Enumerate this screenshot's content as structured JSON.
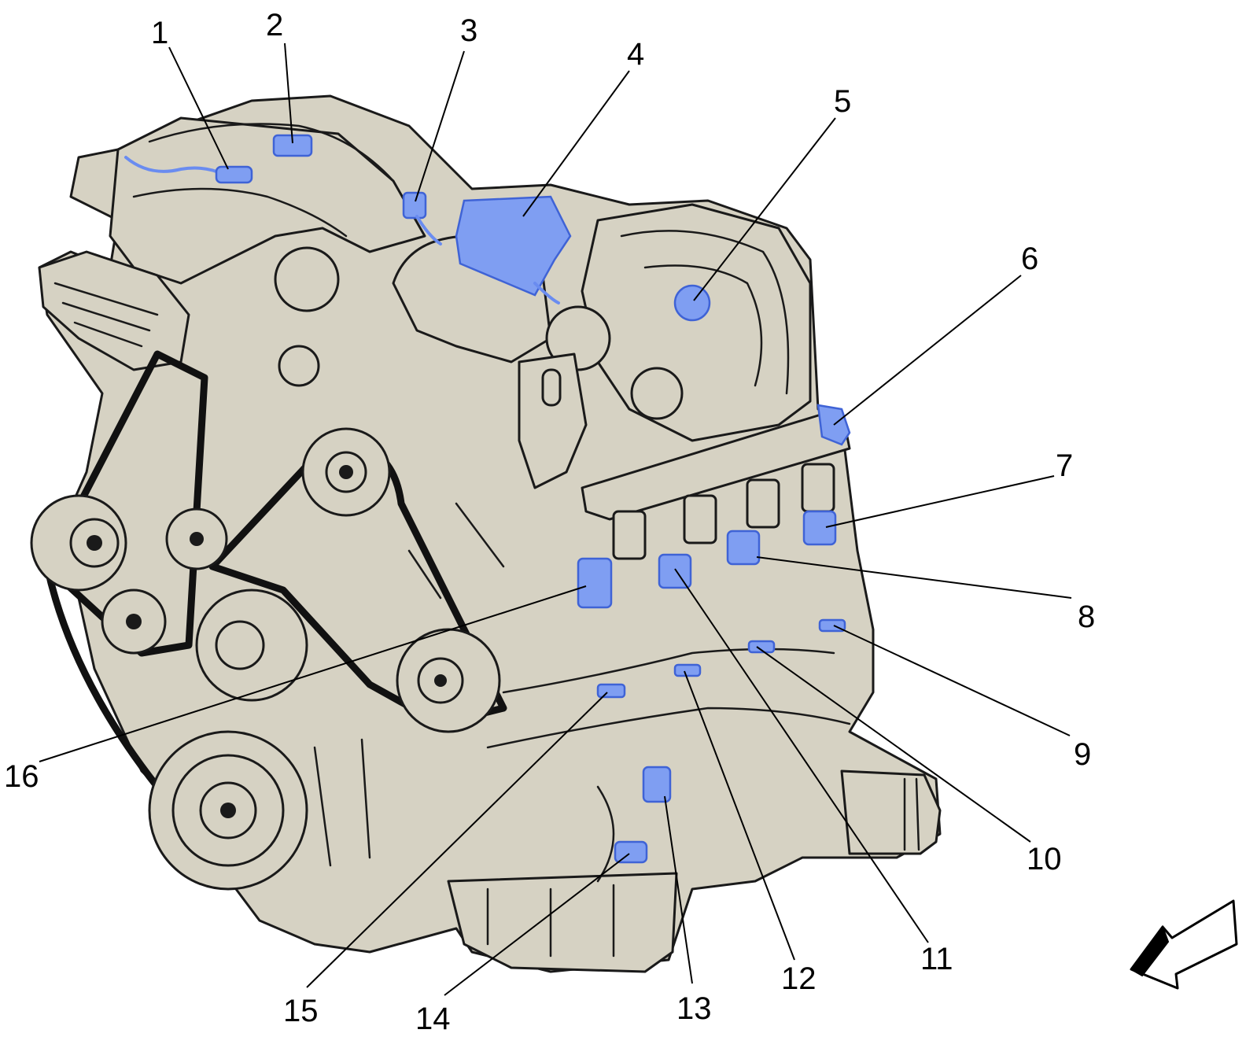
{
  "callouts": [
    {
      "id": "1",
      "label": "1"
    },
    {
      "id": "2",
      "label": "2"
    },
    {
      "id": "3",
      "label": "3"
    },
    {
      "id": "4",
      "label": "4"
    },
    {
      "id": "5",
      "label": "5"
    },
    {
      "id": "6",
      "label": "6"
    },
    {
      "id": "7",
      "label": "7"
    },
    {
      "id": "8",
      "label": "8"
    },
    {
      "id": "9",
      "label": "9"
    },
    {
      "id": "10",
      "label": "10"
    },
    {
      "id": "11",
      "label": "11"
    },
    {
      "id": "12",
      "label": "12"
    },
    {
      "id": "13",
      "label": "13"
    },
    {
      "id": "14",
      "label": "14"
    },
    {
      "id": "15",
      "label": "15"
    },
    {
      "id": "16",
      "label": "16"
    }
  ],
  "colors": {
    "engine_fill": "#d6d2c3",
    "outline": "#1a1a1a",
    "highlight": "#7f9ef2",
    "highlight_stroke": "#3f63d6"
  },
  "icons": {
    "direction_arrow": "front-direction-arrow-icon"
  }
}
